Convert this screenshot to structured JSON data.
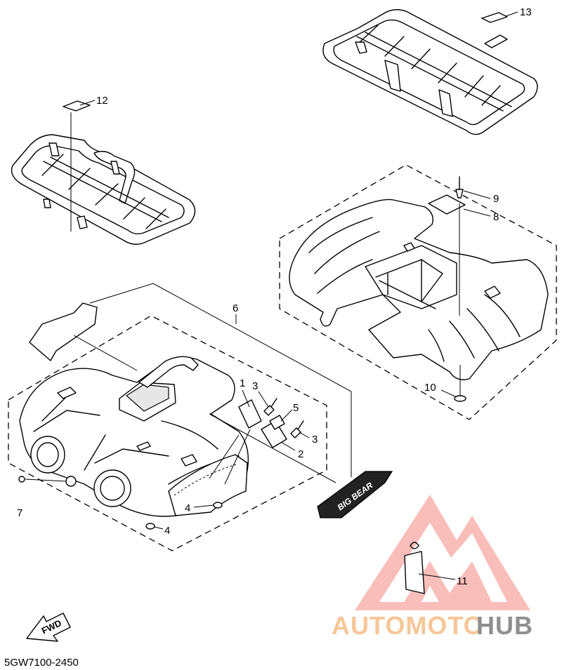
{
  "diagram": {
    "part_code": "5GW7100-2450",
    "direction_label": "FWD",
    "decal_text": "BIG BEAR",
    "callouts": [
      {
        "id": "c1",
        "label": "1"
      },
      {
        "id": "c2",
        "label": "2"
      },
      {
        "id": "c3a",
        "label": "3"
      },
      {
        "id": "c3b",
        "label": "3"
      },
      {
        "id": "c4a",
        "label": "4"
      },
      {
        "id": "c4b",
        "label": "4"
      },
      {
        "id": "c5",
        "label": "5"
      },
      {
        "id": "c6",
        "label": "6"
      },
      {
        "id": "c7",
        "label": "7"
      },
      {
        "id": "c8",
        "label": "8"
      },
      {
        "id": "c9",
        "label": "9"
      },
      {
        "id": "c10",
        "label": "10"
      },
      {
        "id": "c11",
        "label": "11"
      },
      {
        "id": "c12",
        "label": "12"
      },
      {
        "id": "c13",
        "label": "13"
      }
    ]
  },
  "watermark": {
    "text_part1": "AUTOMOTO",
    "text_part2": "HUB",
    "color_primary": "#f4a19a",
    "color_secondary": "#f6c79a",
    "color_gray": "#8f8f8f"
  }
}
